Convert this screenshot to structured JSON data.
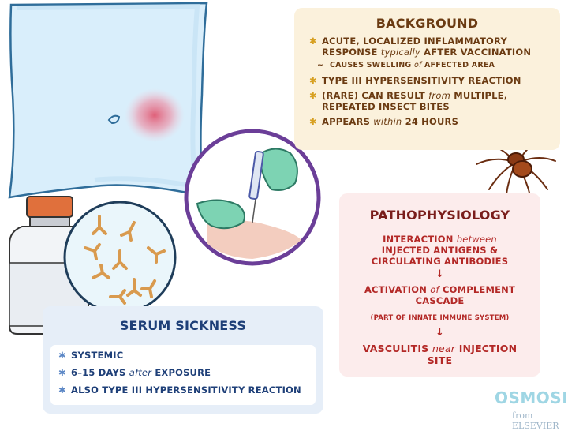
{
  "background": {
    "title": "BACKGROUND",
    "items": [
      {
        "a": "ACUTE, LOCALIZED INFLAMMATORY RESPONSE ",
        "b": "typically",
        "c": " AFTER VACCINATION"
      },
      {
        "a": "CAUSES SWELLING ",
        "b": "of",
        "c": " AFFECTED AREA"
      },
      {
        "a": "TYPE III HYPERSENSITIVITY REACTION",
        "b": "",
        "c": ""
      },
      {
        "a": "(RARE) CAN RESULT ",
        "b": "from",
        "c": " MULTIPLE, REPEATED INSECT BITES"
      },
      {
        "a": "APPEARS ",
        "b": "within",
        "c": " 24 HOURS"
      }
    ]
  },
  "pathophysiology": {
    "title": "PATHOPHYSIOLOGY",
    "step1": {
      "a": "INTERACTION ",
      "b": "between",
      "c": "INJECTED ANTIGENS &",
      "d": "CIRCULATING ANTIBODIES"
    },
    "step2": {
      "a": "ACTIVATION ",
      "b": "of",
      "c": " COMPLEMENT",
      "d": "CASCADE"
    },
    "note": "(PART of INNATE IMMUNE SYSTEM)",
    "step3": {
      "a": "VASCULITIS ",
      "b": "near",
      "c": " INJECTION",
      "d": "SITE"
    },
    "arrow": "↓"
  },
  "serum": {
    "title": "SERUM SICKNESS",
    "items": [
      {
        "a": "SYSTEMIC",
        "b": "",
        "c": ""
      },
      {
        "a": "6–15 DAYS ",
        "b": "after",
        "c": " EXPOSURE"
      },
      {
        "a": "ALSO TYPE III HYPERSENSITIVITY REACTION",
        "b": "",
        "c": ""
      }
    ]
  },
  "bullet": "✱",
  "logo": {
    "main": "OSMOSIS",
    "sub": "from ELSEVIER"
  },
  "colors": {
    "background_panel": "#fbf1dc",
    "patho_panel": "#fcecec",
    "serum_panel": "#e6eef8",
    "patho_text": "#b32826",
    "serum_text": "#1e3f78",
    "bg_text": "#6b3b12"
  }
}
